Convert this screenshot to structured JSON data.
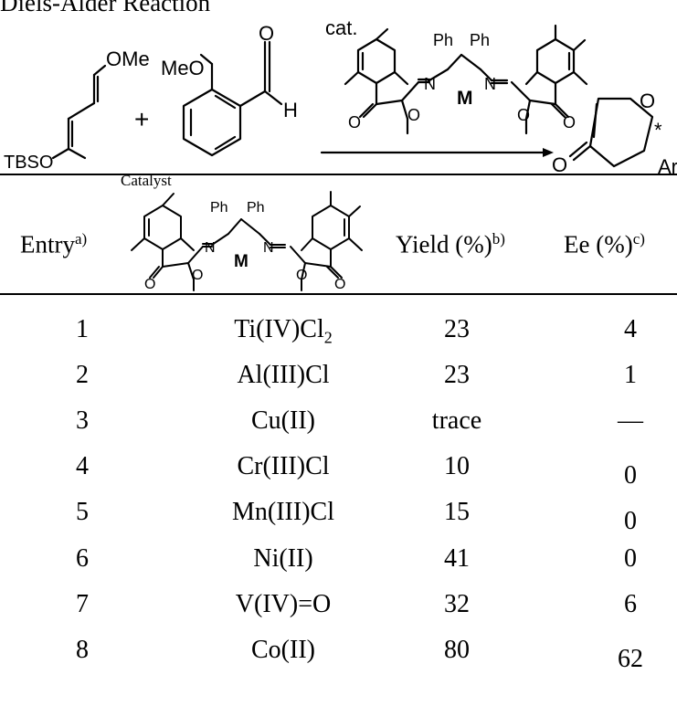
{
  "scheme": {
    "title": "Diels-Alder Reaction",
    "diene_groups": {
      "ome": "OMe",
      "tbso": "TBSO"
    },
    "plus": "+",
    "aldehyde_groups": {
      "meo": "MeO",
      "o": "O",
      "h": "H"
    },
    "catalyst_label": "cat.",
    "catalyst_groups": {
      "ph_left": "Ph",
      "ph_right": "Ph",
      "n": "N",
      "m": "M",
      "o": "O"
    },
    "product_groups": {
      "o_ring": "O",
      "o_ketone": "O",
      "star": "*",
      "ar": "Ar"
    }
  },
  "table": {
    "headers": {
      "entry": "Entry",
      "entry_note": "a)",
      "catalyst": "Catalyst",
      "yield": "Yield (%)",
      "yield_note": "b)",
      "ee": "Ee (%)",
      "ee_note": "c)"
    },
    "rows": [
      {
        "entry": "1",
        "metal": "Ti(IV)Cl",
        "metal_sub": "2",
        "yield": "23",
        "ee": "4"
      },
      {
        "entry": "2",
        "metal": "Al(III)Cl",
        "metal_sub": "",
        "yield": "23",
        "ee": "1"
      },
      {
        "entry": "3",
        "metal": "Cu(II)",
        "metal_sub": "",
        "yield": "trace",
        "ee": "—"
      },
      {
        "entry": "4",
        "metal": "Cr(III)Cl",
        "metal_sub": "",
        "yield": "10",
        "ee": "0"
      },
      {
        "entry": "5",
        "metal": "Mn(III)Cl",
        "metal_sub": "",
        "yield": "15",
        "ee": "0"
      },
      {
        "entry": "6",
        "metal": "Ni(II)",
        "metal_sub": "",
        "yield": "41",
        "ee": "0"
      },
      {
        "entry": "7",
        "metal": "V(IV)=O",
        "metal_sub": "",
        "yield": "32",
        "ee": "6"
      },
      {
        "entry": "8",
        "metal": "Co(II)",
        "metal_sub": "",
        "yield": "80",
        "ee": "62"
      }
    ]
  }
}
